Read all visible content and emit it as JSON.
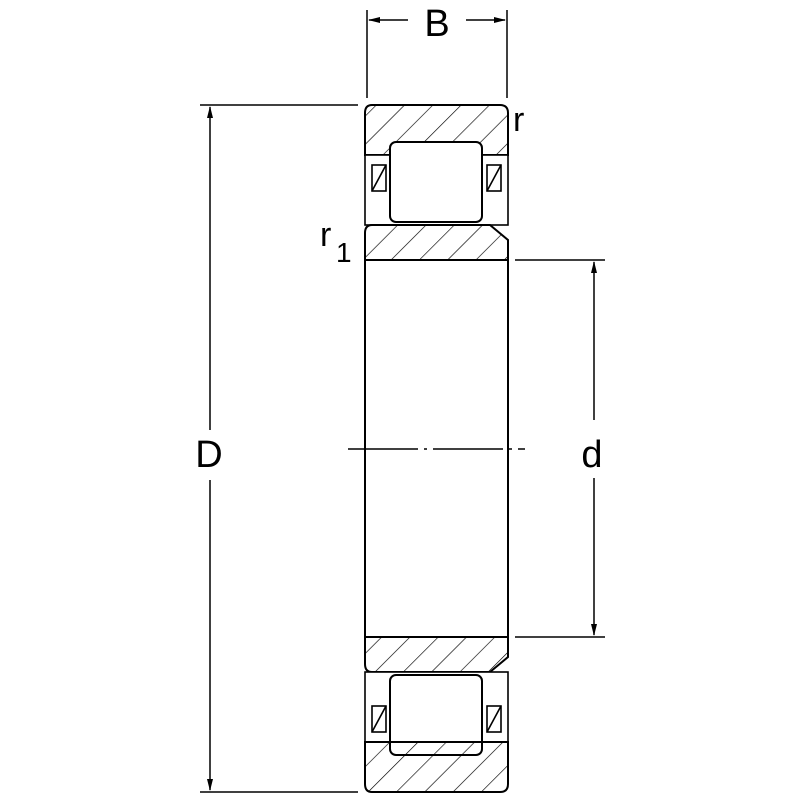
{
  "diagram": {
    "labels": {
      "width": "B",
      "outer_diameter": "D",
      "bore_diameter": "d",
      "outer_radius": "r",
      "inner_radius_base": "r",
      "inner_radius_sub": "1"
    }
  }
}
